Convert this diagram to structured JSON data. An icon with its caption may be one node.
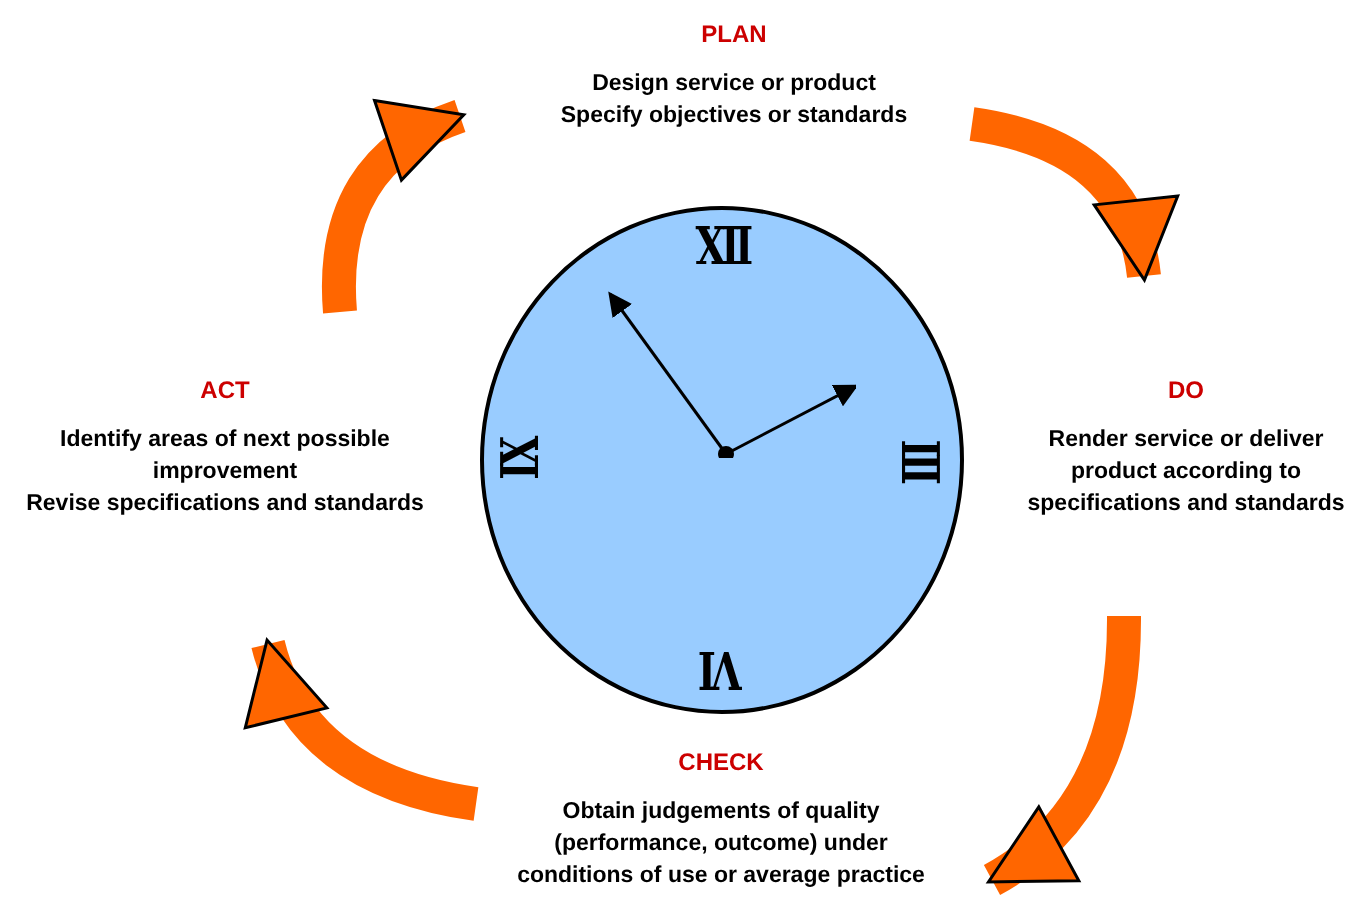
{
  "diagram": {
    "nodes": [
      {
        "text": [
          "PLAN",
          "Design service or product",
          "Specify objectives or standards"
        ]
      },
      {
        "text": [
          "DO",
          "Render service or deliver product according to specifications and standards"
        ]
      },
      {
        "text": [
          "CHECK",
          "Obtain judgements of quality (performance, outcome) under conditions of use or average practice"
        ]
      },
      {
        "text": [
          "ACT",
          "Identify areas of next possible improvement",
          "Revise specifications and standards"
        ]
      },
      {
        "text": [
          "XII",
          "III",
          "VI",
          "IX"
        ]
      }
    ],
    "edges": [
      {
        "from": 3,
        "to": 0,
        "arrow": "to"
      },
      {
        "from": 0,
        "to": 1,
        "arrow": "to"
      },
      {
        "from": 1,
        "to": 2,
        "arrow": "to"
      },
      {
        "from": 2,
        "to": 3,
        "arrow": "to"
      }
    ]
  }
}
